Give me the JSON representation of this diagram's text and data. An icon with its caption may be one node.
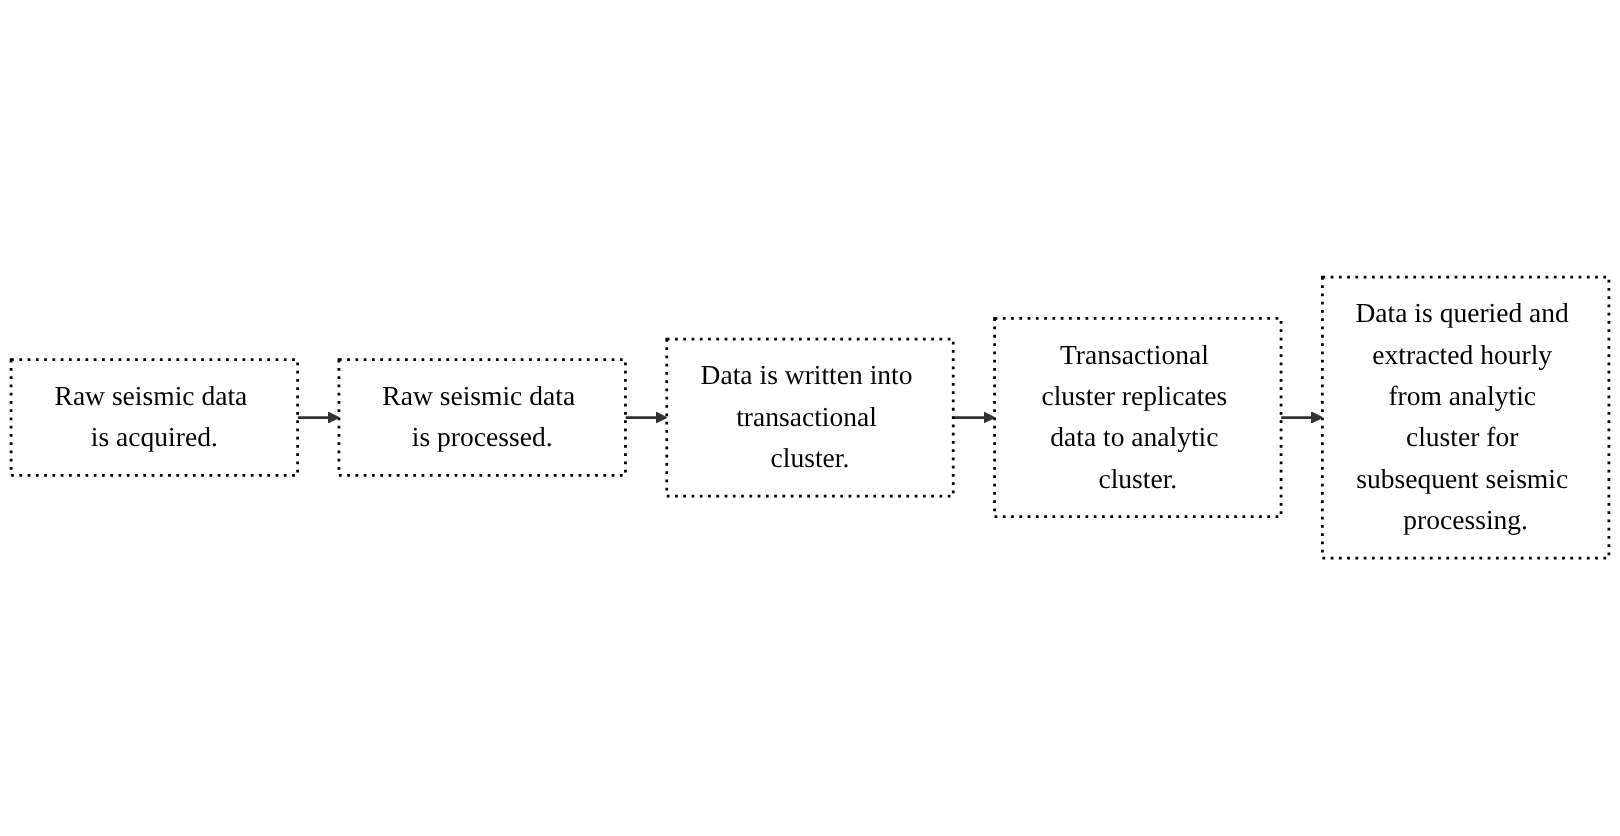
{
  "diagram": {
    "nodes": [
      {
        "text": [
          "Raw seismic data is acquired."
        ]
      },
      {
        "text": [
          "Raw seismic data is processed."
        ]
      },
      {
        "text": [
          "Data is written into transactional cluster."
        ]
      },
      {
        "text": [
          "Transactional cluster replicates data to analytic cluster."
        ]
      },
      {
        "text": [
          "Data is queried and extracted hourly from analytic cluster for subsequent seismic processing."
        ]
      }
    ],
    "edges": [
      {
        "from": 0,
        "to": 1,
        "arrow": "to"
      },
      {
        "from": 1,
        "to": 2,
        "arrow": "to"
      },
      {
        "from": 2,
        "to": 3,
        "arrow": "to"
      },
      {
        "from": 3,
        "to": 4,
        "arrow": "to"
      }
    ]
  }
}
